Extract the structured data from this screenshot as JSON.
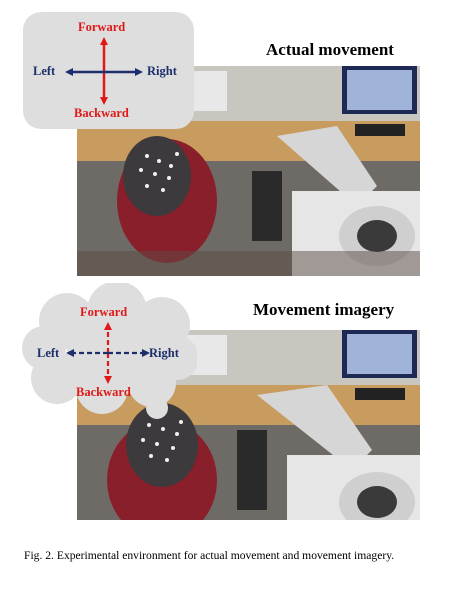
{
  "figure": {
    "top_panel": {
      "title": "Actual movement",
      "labels": {
        "forward": "Forward",
        "backward": "Backward",
        "left": "Left",
        "right": "Right"
      }
    },
    "bottom_panel": {
      "title": "Movement imagery",
      "labels": {
        "forward": "Forward",
        "backward": "Backward",
        "left": "Left",
        "right": "Right"
      }
    },
    "colors": {
      "vertical_arrow": "#e01818",
      "horizontal_arrow": "#1c2f6b",
      "bubble": "#dedede"
    },
    "caption": "Fig. 2. Experimental environment for actual movement and movement imagery."
  }
}
